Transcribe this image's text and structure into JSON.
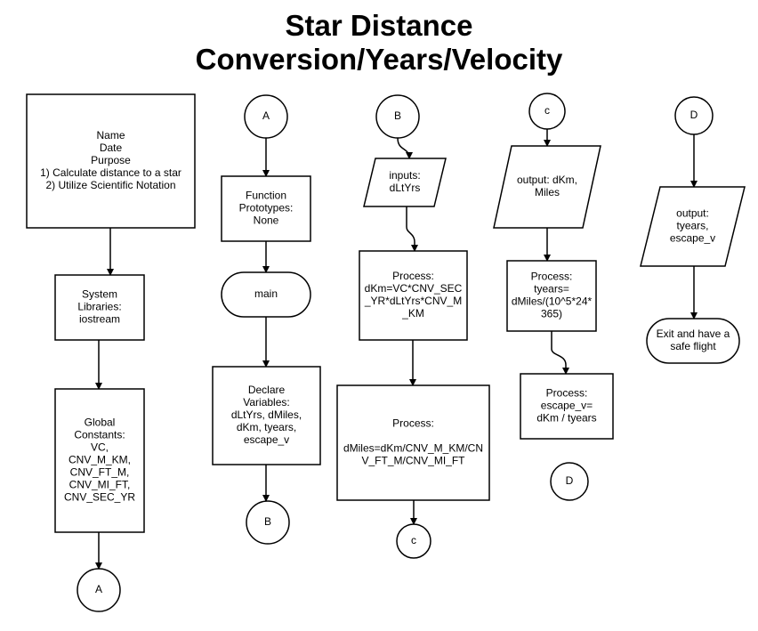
{
  "title": {
    "line1": "Star Distance",
    "line2": "Conversion/Years/Velocity"
  },
  "nodes": {
    "header": [
      "Name",
      "Date",
      "Purpose",
      "1) Calculate distance to a star",
      "2) Utilize Scientific Notation"
    ],
    "sys_libs": [
      "System",
      "Libraries:",
      "iostream"
    ],
    "globals": [
      "Global",
      "Constants:",
      "VC,",
      "CNV_M_KM,",
      "CNV_FT_M,",
      "CNV_MI_FT,",
      "CNV_SEC_YR"
    ],
    "conn_a_end": "A",
    "conn_a_start": "A",
    "prototypes": [
      "Function",
      "Prototypes:",
      "None"
    ],
    "main": "main",
    "declare": [
      "Declare",
      "Variables:",
      "dLtYrs, dMiles,",
      "dKm, tyears,",
      "escape_v"
    ],
    "conn_b_end": "B",
    "conn_b_start": "B",
    "inputs": [
      "inputs:",
      "dLtYrs"
    ],
    "proc_km": [
      "Process:",
      "dKm=VC*CNV_SEC",
      "_YR*dLtYrs*CNV_M",
      "_KM"
    ],
    "proc_miles": [
      "Process:",
      "",
      "dMiles=dKm/CNV_M_KM/CN",
      "V_FT_M/CNV_MI_FT"
    ],
    "conn_c_end": "c",
    "conn_c_start": "c",
    "output_km": [
      "output: dKm,",
      "Miles"
    ],
    "proc_years": [
      "Process:",
      "tyears=",
      "dMiles/(10^5*24*",
      "365)"
    ],
    "proc_escape": [
      "Process:",
      "escape_v=",
      "dKm / tyears"
    ],
    "conn_d_end": "D",
    "conn_d_start": "D",
    "output_years": [
      "output:",
      "tyears,",
      "escape_v"
    ],
    "exit": [
      "Exit and have a",
      "safe flight"
    ]
  }
}
